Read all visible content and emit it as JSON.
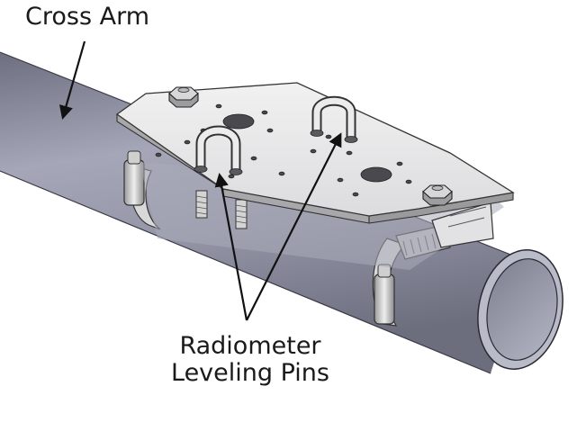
{
  "labels": {
    "cross_arm": "Cross Arm",
    "radiometer_line1": "Radiometer",
    "radiometer_line2": "Leveling Pins"
  },
  "colors": {
    "tube_dark": "#5e6070",
    "tube_mid": "#9a9cad",
    "tube_light": "#c8cad6",
    "plate_light": "#e9e9ea",
    "plate_edge": "#8c8c8c",
    "outline": "#1f1f1f",
    "arrow": "#111111"
  }
}
